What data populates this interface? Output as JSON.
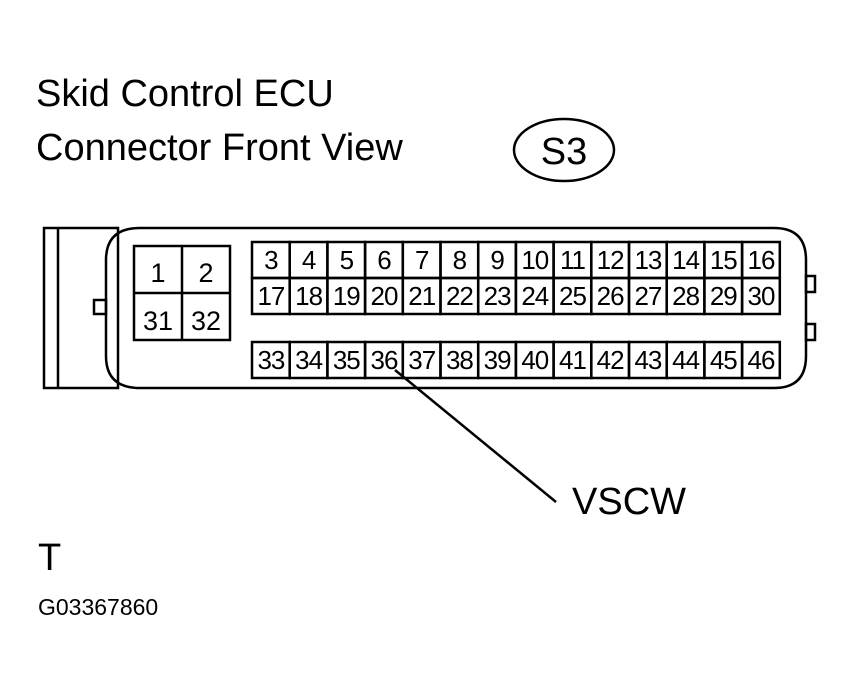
{
  "title": {
    "line1": "Skid Control ECU",
    "line2": "Connector Front View"
  },
  "connector_id": "S3",
  "pins": {
    "left_block": {
      "top": [
        "1",
        "2"
      ],
      "bottom": [
        "31",
        "32"
      ]
    },
    "row1": [
      "3",
      "4",
      "5",
      "6",
      "7",
      "8",
      "9",
      "10",
      "11",
      "12",
      "13",
      "14",
      "15",
      "16"
    ],
    "row2": [
      "17",
      "18",
      "19",
      "20",
      "21",
      "22",
      "23",
      "24",
      "25",
      "26",
      "27",
      "28",
      "29",
      "30"
    ],
    "row3": [
      "33",
      "34",
      "35",
      "36",
      "37",
      "38",
      "39",
      "40",
      "41",
      "42",
      "43",
      "44",
      "45",
      "46"
    ]
  },
  "callout": {
    "label": "VSCW",
    "pin": "36"
  },
  "footer": {
    "mark": "T",
    "code": "G03367860"
  }
}
